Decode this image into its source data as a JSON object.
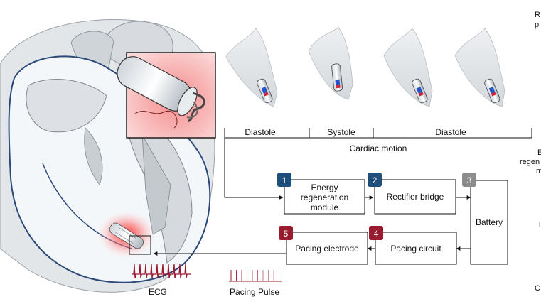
{
  "timeline": {
    "phases": [
      "Diastole",
      "Systole",
      "Diastole"
    ],
    "axis_label": "Cardiac motion"
  },
  "pipeline": [
    {
      "number": "1",
      "label": "Energy regeneration module",
      "color": "#1f4e79"
    },
    {
      "number": "2",
      "label": "Rectifier bridge",
      "color": "#1f4e79"
    },
    {
      "number": "3",
      "label": "Battery",
      "color": "#8c8c8c"
    },
    {
      "number": "4",
      "label": "Pacing circuit",
      "color": "#9b1b2e"
    },
    {
      "number": "5",
      "label": "Pacing electrode",
      "color": "#9b1b2e"
    }
  ],
  "signals": {
    "ecg_label": "ECG",
    "pulse_label": "Pacing Pulse"
  },
  "cutoff_text": [
    "R",
    "p",
    "E",
    "regen",
    "m",
    "l",
    "C"
  ],
  "colors": {
    "navy": "#1f4e79",
    "crimson": "#9b1b2e",
    "gray_badge": "#8c8c8c",
    "heart_line": "#2b4a7a",
    "heart_fill": "#e9f1f8",
    "glow": "#ff3030"
  }
}
